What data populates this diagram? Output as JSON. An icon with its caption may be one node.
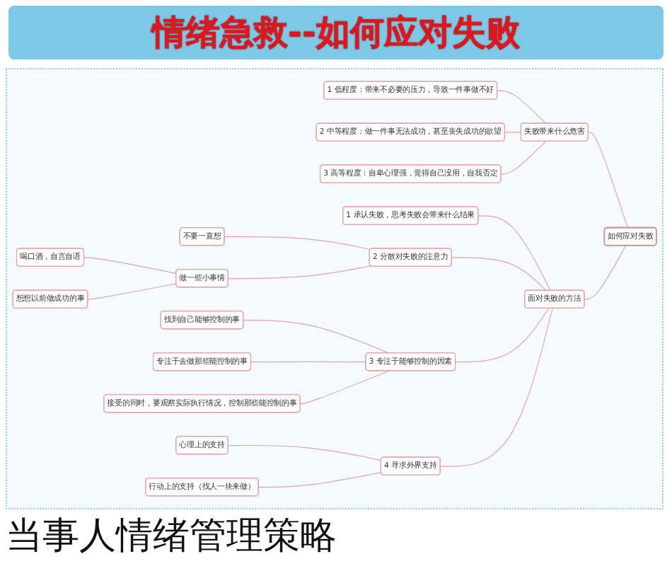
{
  "diagram": {
    "title": "情绪急救--如何应对失败",
    "caption": "当事人情绪管理策略",
    "nodes": [
      {
        "text": [
          "如何应对失败"
        ]
      },
      {
        "text": [
          "失败带来什么危害"
        ]
      },
      {
        "text": [
          "1 低程度：带来不必要的压力，导致一件事做不好"
        ]
      },
      {
        "text": [
          "2 中等程度：做一件事无法成功，甚至丧失成功的欲望"
        ]
      },
      {
        "text": [
          "3 高等程度：自卑心理强，觉得自己没用，自我否定"
        ]
      },
      {
        "text": [
          "面对失败的方法"
        ]
      },
      {
        "text": [
          "1 承认失败，思考失败会带来什么结果"
        ]
      },
      {
        "text": [
          "2 分散对失败的注意力"
        ]
      },
      {
        "text": [
          "不要一直想"
        ]
      },
      {
        "text": [
          "做一些小事情"
        ]
      },
      {
        "text": [
          "喝口酒，自言自语"
        ]
      },
      {
        "text": [
          "想想以前做成功的事"
        ]
      },
      {
        "text": [
          "3 专注于能够控制的因素"
        ]
      },
      {
        "text": [
          "找到自己能够控制的事"
        ]
      },
      {
        "text": [
          "专注于去做那些能控制的事"
        ]
      },
      {
        "text": [
          "接受的同时，要观察实际执行情况，控制那些能控制的事"
        ]
      },
      {
        "text": [
          "4 寻求外界支持"
        ]
      },
      {
        "text": [
          "心理上的支持"
        ]
      },
      {
        "text": [
          "行动上的支持（找人一块来做）"
        ]
      }
    ],
    "edges": [
      {
        "from": 0,
        "to": 1,
        "arrow": "none"
      },
      {
        "from": 1,
        "to": 2,
        "arrow": "none"
      },
      {
        "from": 1,
        "to": 3,
        "arrow": "none"
      },
      {
        "from": 1,
        "to": 4,
        "arrow": "none"
      },
      {
        "from": 0,
        "to": 5,
        "arrow": "none"
      },
      {
        "from": 5,
        "to": 6,
        "arrow": "none"
      },
      {
        "from": 5,
        "to": 7,
        "arrow": "none"
      },
      {
        "from": 7,
        "to": 8,
        "arrow": "none"
      },
      {
        "from": 7,
        "to": 9,
        "arrow": "none"
      },
      {
        "from": 9,
        "to": 10,
        "arrow": "none"
      },
      {
        "from": 9,
        "to": 11,
        "arrow": "none"
      },
      {
        "from": 5,
        "to": 12,
        "arrow": "none"
      },
      {
        "from": 12,
        "to": 13,
        "arrow": "none"
      },
      {
        "from": 12,
        "to": 14,
        "arrow": "none"
      },
      {
        "from": 12,
        "to": 15,
        "arrow": "none"
      },
      {
        "from": 5,
        "to": 16,
        "arrow": "none"
      },
      {
        "from": 16,
        "to": 17,
        "arrow": "none"
      },
      {
        "from": 16,
        "to": 18,
        "arrow": "none"
      }
    ]
  }
}
